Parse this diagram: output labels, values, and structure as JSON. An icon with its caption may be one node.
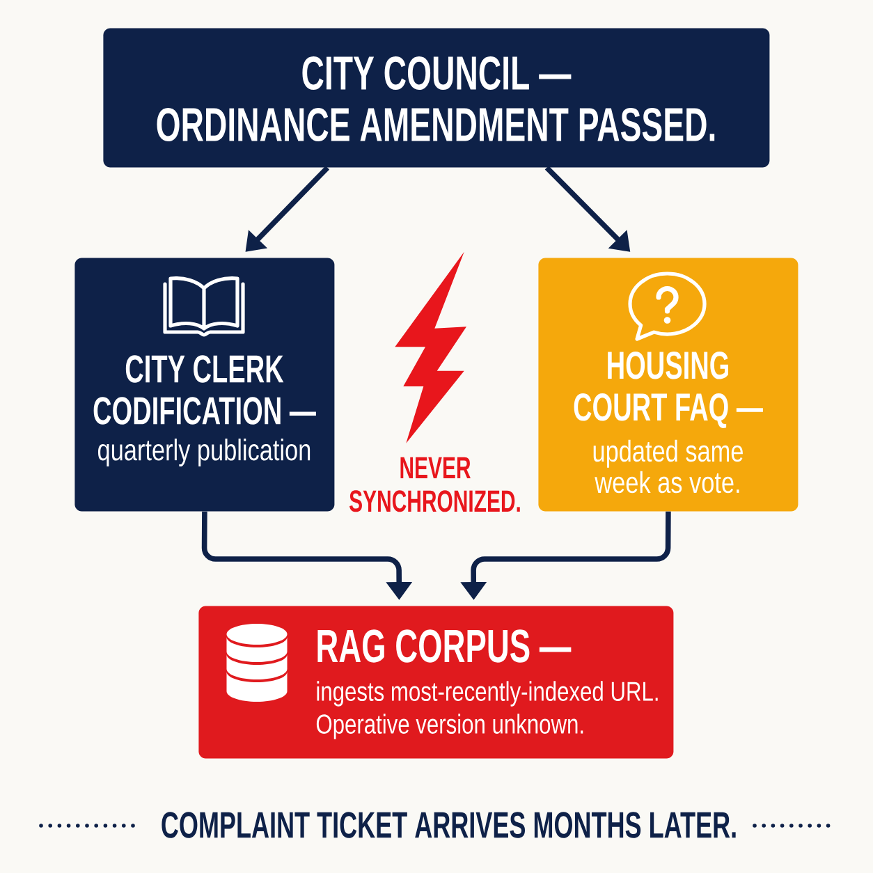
{
  "diagram": {
    "nodes": [
      {
        "text": [
          "CITY COUNCIL — ORDINANCE AMENDMENT PASSED."
        ]
      },
      {
        "text": [
          "CITY CLERK CODIFICATION —",
          "quarterly publication"
        ]
      },
      {
        "text": [
          "HOUSING COURT FAQ —",
          "updated same week as vote."
        ]
      },
      {
        "text": [
          "RAG CORPUS —",
          "ingests most-recently-indexed URL. Operative version unknown."
        ]
      }
    ],
    "edges": [
      {
        "from": 0,
        "to": 1,
        "arrow": "to"
      },
      {
        "from": 0,
        "to": 2,
        "arrow": "to"
      },
      {
        "from": 1,
        "to": 3,
        "arrow": "to"
      },
      {
        "from": 2,
        "to": 3,
        "arrow": "to"
      }
    ],
    "labels": [
      "NEVER SYNCHRONIZED.",
      "COMPLAINT TICKET ARRIVES MONTHS LATER."
    ]
  }
}
